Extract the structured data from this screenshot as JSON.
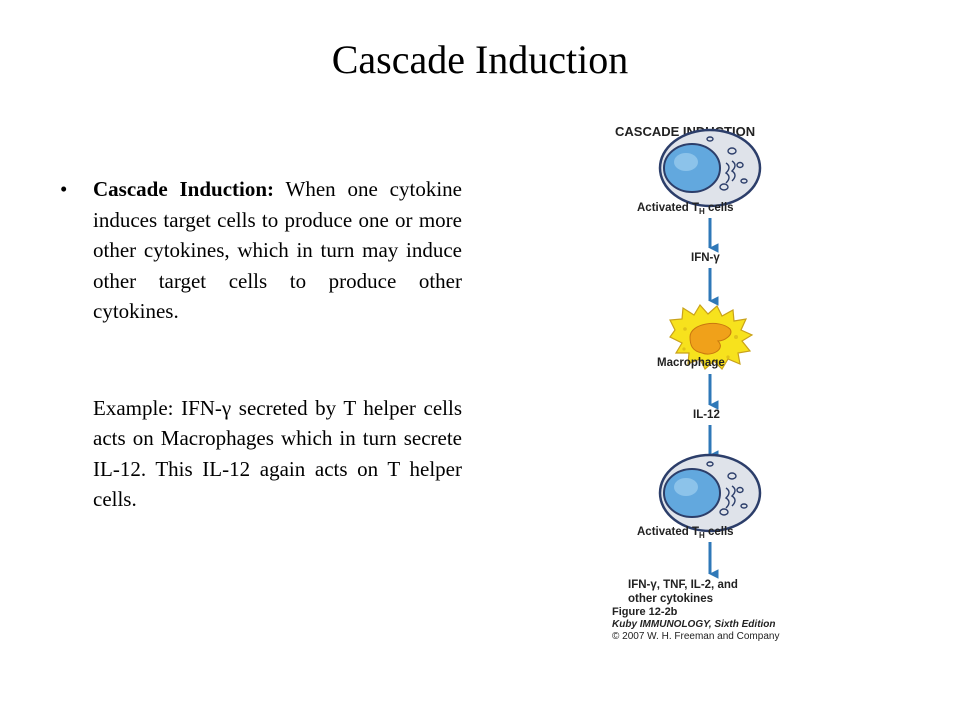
{
  "slide": {
    "title": "Cascade Induction",
    "bullet_term": "Cascade Induction:",
    "bullet_text": "  When one cytokine induces target cells to produce one or more other cytokines, which in turn may induce other target cells to produce other cytokines.",
    "example_prefix": "Example: IFN-",
    "example_symbol": "γ",
    "example_rest": " secreted by T helper cells acts on Macrophages which in turn secrete IL-12. This IL-12 again acts on T helper cells."
  },
  "figure": {
    "header": "CASCADE INDUCTION",
    "cell1_label_a": "Activated T",
    "cell1_label_sub": "H",
    "cell1_label_b": " cells",
    "arrow1_label": "IFN-γ",
    "macrophage_label": "Macrophage",
    "arrow2_label": "IL-12",
    "cell2_label_a": "Activated T",
    "cell2_label_sub": "H",
    "cell2_label_b": " cells",
    "output_line1": "IFN-γ, TNF, IL-2, and",
    "output_line2": "other cytokines",
    "caption_line1": "Figure 12-2b",
    "caption_line2": "Kuby IMMUNOLOGY, Sixth Edition",
    "caption_line3": "© 2007 W. H. Freeman and Company",
    "colors": {
      "cell_body": "#dfe3ea",
      "cell_outline": "#2c3e6a",
      "nucleus": "#62a8de",
      "arrow": "#2f78b8",
      "macrophage_body": "#f7e21d",
      "macrophage_nucleus": "#f0a11a",
      "text": "#222222"
    }
  }
}
